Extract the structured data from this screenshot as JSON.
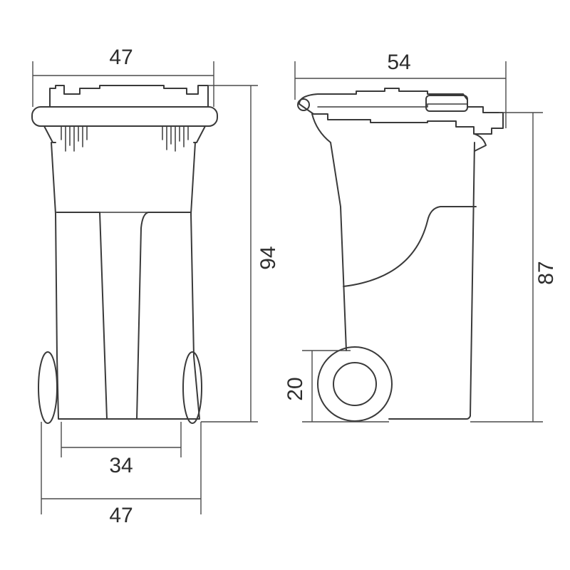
{
  "dimensions": {
    "front_top_width": "47",
    "front_wheel_span": "34",
    "front_bottom_width": "47",
    "front_height": "94",
    "side_top_width": "54",
    "side_height": "87",
    "wheel_height": "20"
  },
  "colors": {
    "line": "#3a3a3a",
    "text": "#2d2d2d",
    "background": "#ffffff"
  }
}
